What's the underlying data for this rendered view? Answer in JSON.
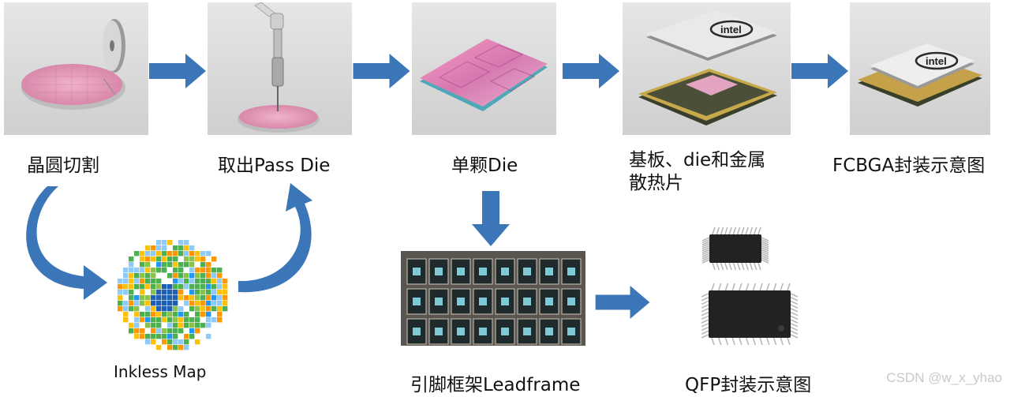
{
  "steps": {
    "wafer_cut": "晶圆切割",
    "pick_die": "取出Pass Die",
    "single_die": "单颗Die",
    "substrate_line1": "基板、die和金属",
    "substrate_line2": "散热片",
    "fcbga": "FCBGA封装示意图",
    "inkless_map": "Inkless Map",
    "leadframe": "引脚框架Leadframe",
    "qfp": "QFP封装示意图"
  },
  "chip_logo": "intel",
  "watermark": "CSDN @w_x_yhao",
  "colors": {
    "arrow": "#3b77b8",
    "wafer": "#e79ab8",
    "photo_bg": "#d8d8d8"
  }
}
